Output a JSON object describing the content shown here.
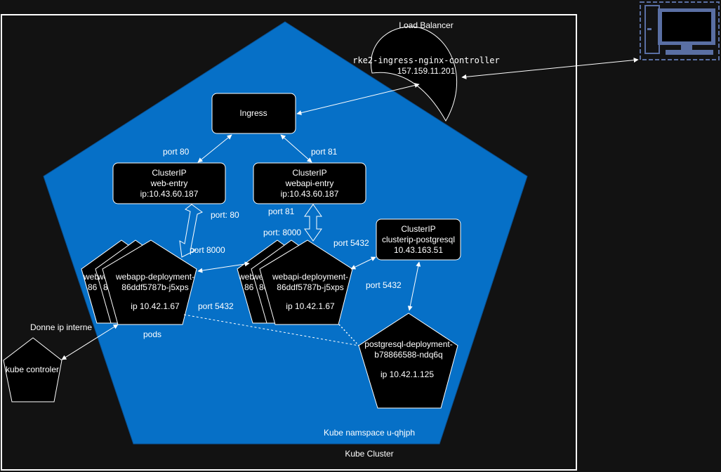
{
  "diagram": {
    "cluster_label": "Kube Cluster",
    "namespace_label": "Kube namspace u-qhjph",
    "load_balancer": {
      "label": "Load Balancer",
      "name": "rke2-ingress-nginx-controller",
      "ip": "157.159.11.201"
    },
    "ingress": {
      "label": "Ingress"
    },
    "web_entry": {
      "type": "ClusterIP",
      "name": "web-entry",
      "ip": "ip:10.43.60.187"
    },
    "webapi_entry": {
      "type": "ClusterIP",
      "name": "webapi-entry",
      "ip": "ip:10.43.60.187"
    },
    "postgres_service": {
      "type": "ClusterIP",
      "name": "clusterip-postgresql",
      "ip": "10.43.163.51"
    },
    "webapp_pod": {
      "back1_line1": "web",
      "back1_line2": "86",
      "back2_line1": "web",
      "back2_line2": "86",
      "name1": "webapp-deployment-",
      "name2": "86ddf5787b-j5xps",
      "ip": "ip 10.42.1.67"
    },
    "webapi_pod": {
      "back1_line1": "web",
      "back1_line2": "86",
      "back2_line1": "web",
      "back2_line2": "86",
      "name1": "webapi-deployment-",
      "name2": "86ddf5787b-j5xps",
      "ip": "ip 10.42.1.67"
    },
    "postgres_pod": {
      "name1": "postgresql-deployment-",
      "name2": "b78866588-ndq6q",
      "ip": "ip 10.42.1.125"
    },
    "kube_controller": {
      "label": "kube controler"
    },
    "pods_label": "pods",
    "internal_ip_label": "Donne ip interne",
    "ports": {
      "p80": "port 80",
      "p81": "port 81",
      "p80_colon": "port: 80",
      "p81_b": "port 81",
      "p8000_colon": "port: 8000",
      "p8000": "port 8000",
      "p5432_a": "port 5432",
      "p5432_b": "port 5432",
      "p5432_c": "port 5432"
    },
    "colors": {
      "namespace": "#0670c7",
      "background": "#121212",
      "node": "#000000",
      "line": "#ffffff",
      "monitor_border": "#5a6fa3"
    },
    "icons": {
      "client": "desktop-computer-icon"
    }
  }
}
